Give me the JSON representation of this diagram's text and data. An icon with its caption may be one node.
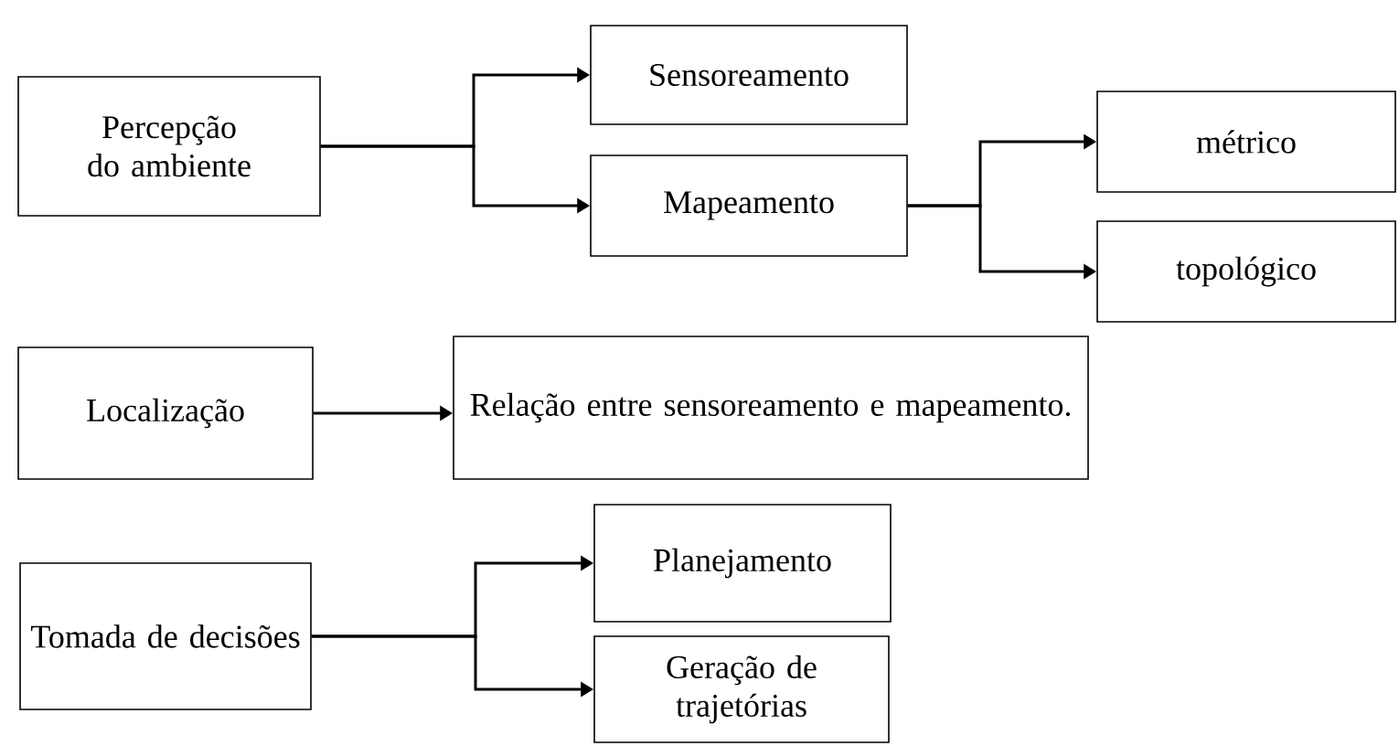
{
  "diagram": {
    "nodes": [
      {
        "text": [
          "Percepção do ambiente"
        ]
      },
      {
        "text": [
          "Sensoreamento"
        ]
      },
      {
        "text": [
          "Mapeamento"
        ]
      },
      {
        "text": [
          "métrico"
        ]
      },
      {
        "text": [
          "topológico"
        ]
      },
      {
        "text": [
          "Localização"
        ]
      },
      {
        "text": [
          "Relação entre sensoreamento e mapeamento."
        ]
      },
      {
        "text": [
          "Tomada de decisões"
        ]
      },
      {
        "text": [
          "Planejamento"
        ]
      },
      {
        "text": [
          "Geração de trajetórias"
        ]
      }
    ],
    "edges": [
      {
        "from": 0,
        "to": 1,
        "arrow": "to"
      },
      {
        "from": 0,
        "to": 2,
        "arrow": "to"
      },
      {
        "from": 2,
        "to": 3,
        "arrow": "to"
      },
      {
        "from": 2,
        "to": 4,
        "arrow": "to"
      },
      {
        "from": 5,
        "to": 6,
        "arrow": "to"
      },
      {
        "from": 7,
        "to": 8,
        "arrow": "to"
      },
      {
        "from": 7,
        "to": 9,
        "arrow": "to"
      }
    ]
  }
}
